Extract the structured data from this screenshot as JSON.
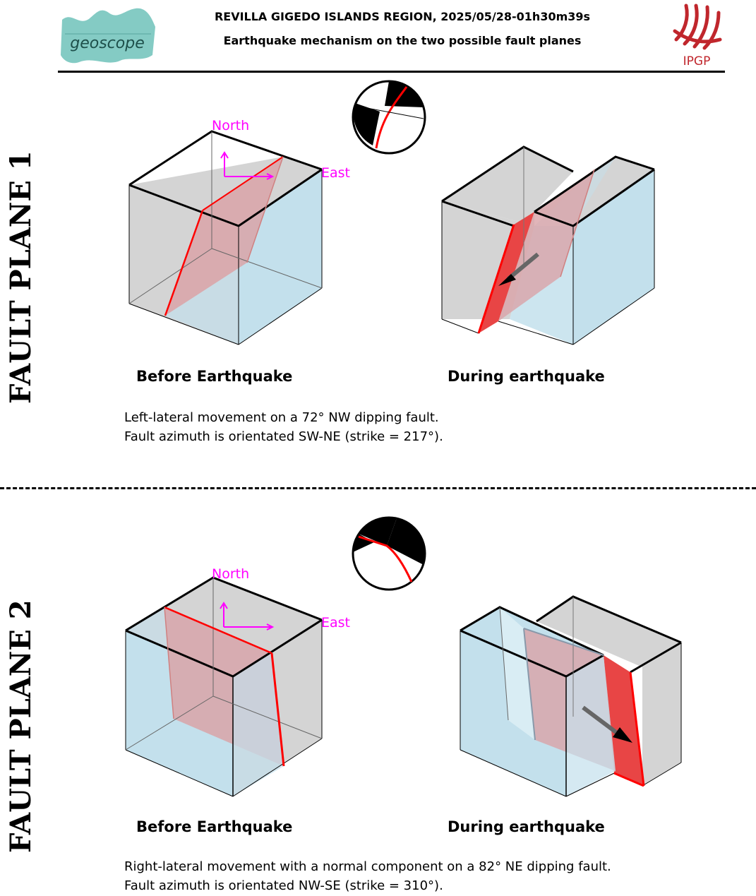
{
  "header": {
    "title_line1": "REVILLA GIGEDO ISLANDS REGION, 2025/05/28-01h30m39s",
    "title_line2": "Earthquake mechanism on the two possible fault planes",
    "left_logo_text": "geoscope",
    "right_logo_text": "IPGP"
  },
  "panels": [
    {
      "side_label": "FAULT PLANE 1",
      "before_label": "Before Earthquake",
      "during_label": "During earthquake",
      "north_label": "North",
      "east_label": "East",
      "description_line1": "Left-lateral movement on a 72° NW dipping fault.",
      "description_line2": "Fault azimuth is orientated SW-NE (strike = 217°)."
    },
    {
      "side_label": "FAULT PLANE 2",
      "before_label": "Before Earthquake",
      "during_label": "During earthquake",
      "north_label": "North",
      "east_label": "East",
      "description_line1": "Right-lateral movement with a normal component on a 82° NE dipping fault.",
      "description_line2": "Fault azimuth is orientated NW-SE (strike = 310°)."
    }
  ],
  "colors": {
    "block_grey": "#d4d4d4",
    "block_blue": "#c3e0ec",
    "fault_red": "#e03030",
    "fault_fill": "#d9a3a8",
    "compass": "#ff00ff"
  }
}
